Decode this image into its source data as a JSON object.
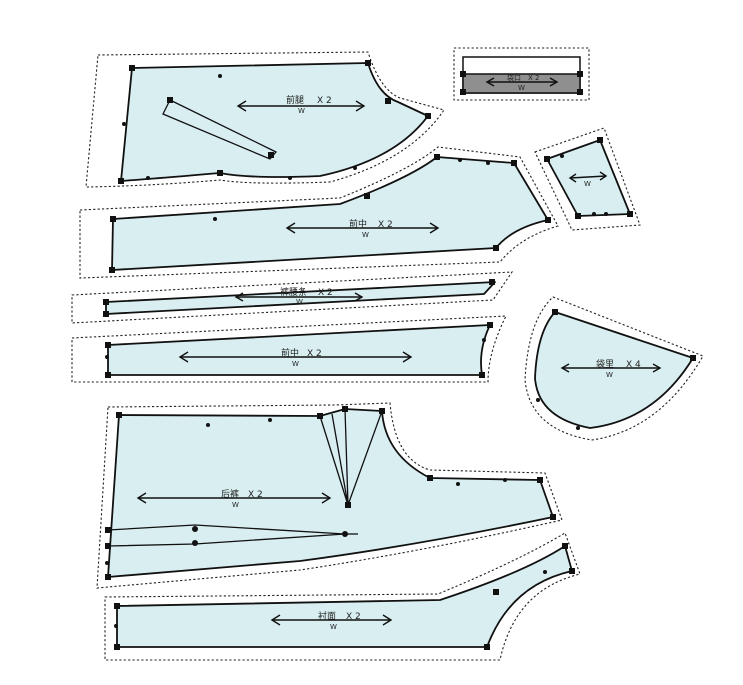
{
  "pieces": {
    "front_rise": {
      "name": "前腿",
      "count": "X 2",
      "mark": "W"
    },
    "pocket_facing": {
      "name": "袋口",
      "count": "X 2",
      "mark": "W"
    },
    "side_small": {
      "name": "",
      "count": "",
      "mark": "W"
    },
    "front_center": {
      "name": "前中",
      "count": "X 2",
      "mark": "W"
    },
    "waistband": {
      "name": "裤腰条",
      "count": "X 2",
      "mark": "W"
    },
    "front_center_2": {
      "name": "前中",
      "count": "X 2",
      "mark": "W"
    },
    "pocket_bag": {
      "name": "袋里",
      "count": "X 4",
      "mark": "W"
    },
    "back_leg": {
      "name": "后裤",
      "count": "X 2",
      "mark": "W"
    },
    "lining": {
      "name": "衬面",
      "count": "X 2",
      "mark": "W"
    }
  }
}
